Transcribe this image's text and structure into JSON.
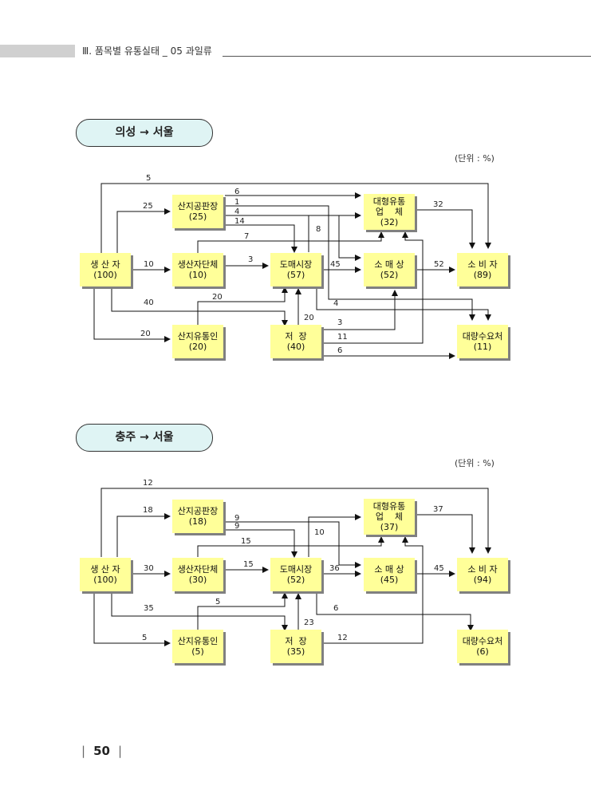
{
  "header": {
    "chapter": "Ⅲ. 품목별 유통실태 _ 05 과일류"
  },
  "unit_note": "(단위 : %)",
  "diagrams": [
    {
      "title": "의성 → 서울",
      "nodes": {
        "producer": {
          "name": "생 산 자",
          "value": "(100)"
        },
        "origin_market": {
          "name": "산지공판장",
          "value": "(25)"
        },
        "group": {
          "name": "생산자단체",
          "value": "(10)"
        },
        "collector": {
          "name": "산지유통인",
          "value": "(20)"
        },
        "wholesale": {
          "name": "도매시장",
          "value": "(57)"
        },
        "storage": {
          "name": "저  장",
          "value": "(40)"
        },
        "large_retail": {
          "name": "대형유통\n업    체",
          "value": "(32)"
        },
        "retailer": {
          "name": "소 매 상",
          "value": "(52)"
        },
        "consumer": {
          "name": "소 비 자",
          "value": "(89)"
        },
        "bulk": {
          "name": "대량수요처",
          "value": "(11)"
        }
      },
      "flows": [
        "5",
        "25",
        "6",
        "1",
        "4",
        "14",
        "7",
        "8",
        "32",
        "10",
        "3",
        "45",
        "52",
        "40",
        "20",
        "4",
        "20",
        "3",
        "20",
        "11",
        "6"
      ]
    },
    {
      "title": "충주 → 서울",
      "nodes": {
        "producer": {
          "name": "생 산 자",
          "value": "(100)"
        },
        "origin_market": {
          "name": "산지공판장",
          "value": "(18)"
        },
        "group": {
          "name": "생산자단체",
          "value": "(30)"
        },
        "collector": {
          "name": "산지유통인",
          "value": "(5)"
        },
        "wholesale": {
          "name": "도매시장",
          "value": "(52)"
        },
        "storage": {
          "name": "저  장",
          "value": "(35)"
        },
        "large_retail": {
          "name": "대형유통\n업    체",
          "value": "(37)"
        },
        "retailer": {
          "name": "소 매 상",
          "value": "(45)"
        },
        "consumer": {
          "name": "소 비 자",
          "value": "(94)"
        },
        "bulk": {
          "name": "대량수요처",
          "value": "(6)"
        }
      },
      "flows": [
        "12",
        "18",
        "9",
        "9",
        "10",
        "15",
        "37",
        "30",
        "15",
        "36",
        "45",
        "35",
        "5",
        "6",
        "5",
        "23",
        "12"
      ]
    }
  ],
  "page_number": "50"
}
